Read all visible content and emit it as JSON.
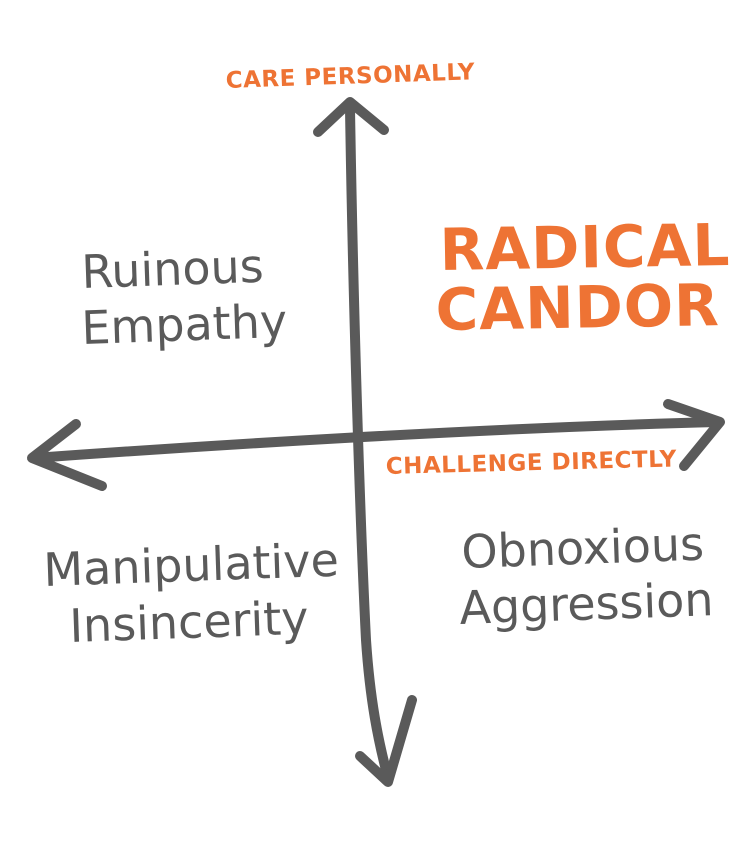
{
  "colors": {
    "accent": "#ee7334",
    "ink": "#5a5a5a",
    "background": "#ffffff"
  },
  "axes": {
    "vertical_label": "CARE PERSONALLY",
    "horizontal_label": "CHALLENGE DIRECTLY"
  },
  "quadrants": {
    "top_left": [
      "Ruinous",
      "Empathy"
    ],
    "top_right": [
      "RADICAL",
      "CANDOR"
    ],
    "bottom_left": [
      "Manipulative",
      "Insincerity"
    ],
    "bottom_right": [
      "Obnoxious",
      "Aggression"
    ]
  }
}
